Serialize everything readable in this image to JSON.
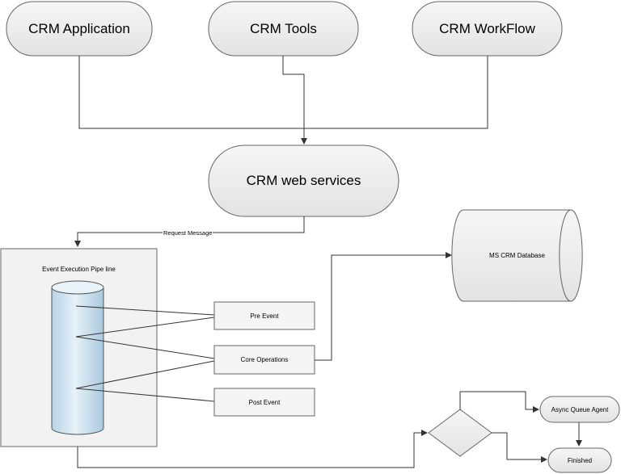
{
  "top_sources": [
    {
      "label": "CRM Application"
    },
    {
      "label": "CRM Tools"
    },
    {
      "label": "CRM WorkFlow"
    }
  ],
  "web_services": {
    "label": "CRM web services"
  },
  "request_message": {
    "label": "Request Message"
  },
  "pipeline": {
    "title": "Event Execution Pipe line"
  },
  "stages": [
    {
      "label": "Pre Event"
    },
    {
      "label": "Core Operations"
    },
    {
      "label": "Post Event"
    }
  ],
  "database": {
    "label": "MS CRM Database"
  },
  "async_agent": {
    "label": "Async Queue Agent"
  },
  "finished": {
    "label": "Finished"
  },
  "colors": {
    "node_fill": "#ececec",
    "node_stroke": "#666666",
    "cylinder_fill": "#d6e8f3",
    "line": "#333333"
  }
}
